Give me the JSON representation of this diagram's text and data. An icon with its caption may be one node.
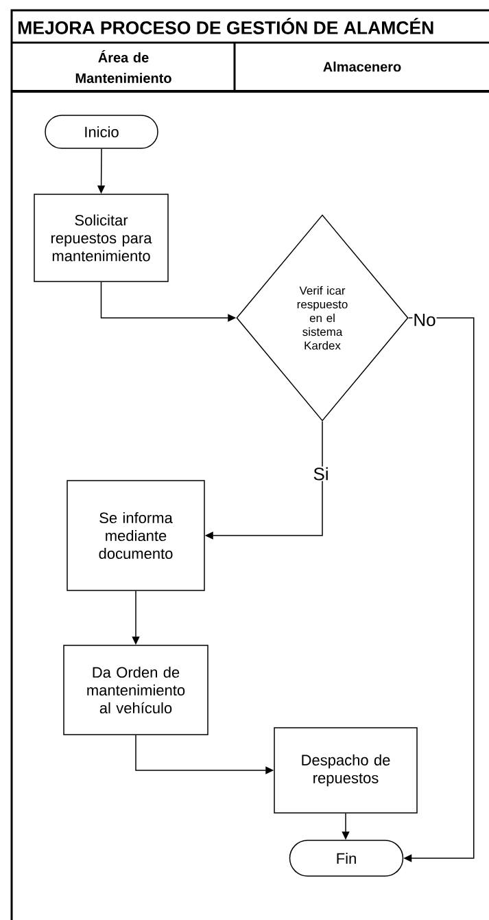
{
  "diagram": {
    "title": "MEJORA PROCESO DE GESTIÓN DE ALAMCÉN",
    "nodes": [
      {
        "text": [
          "Inicio"
        ]
      },
      {
        "text": [
          "Solicitar repuestos para mantenimiento"
        ]
      },
      {
        "text": [
          "Verif icar respuesto en el sistema Kardex"
        ]
      },
      {
        "text": [
          "Se informa mediante documento"
        ]
      },
      {
        "text": [
          "Da Orden de mantenimiento al vehículo"
        ]
      },
      {
        "text": [
          "Despacho de repuestos"
        ]
      },
      {
        "text": [
          "Fin"
        ]
      }
    ],
    "edges": [
      {
        "from": 0,
        "to": 1,
        "arrow": "to"
      },
      {
        "from": 1,
        "to": 2,
        "arrow": "to"
      },
      {
        "from": 2,
        "to": 3,
        "arrow": "to",
        "label": "Si"
      },
      {
        "from": 3,
        "to": 4,
        "arrow": "to"
      },
      {
        "from": 4,
        "to": 5,
        "arrow": "to"
      },
      {
        "from": 5,
        "to": 6,
        "arrow": "to"
      },
      {
        "from": 2,
        "to": 6,
        "arrow": "to",
        "label": "No"
      }
    ],
    "labels": [
      "Área de Mantenimiento",
      "Almacenero"
    ]
  }
}
